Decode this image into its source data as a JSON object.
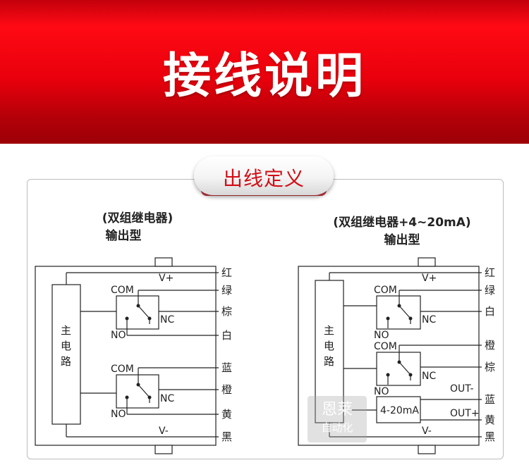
{
  "header": {
    "title": "接线说明"
  },
  "section": {
    "pill_label": "出线定义"
  },
  "diagram_left": {
    "title_line1": "(双组继电器)",
    "title_line2": "输出型",
    "main_circuit": [
      "主",
      "电",
      "路"
    ],
    "supply_pos": "V+",
    "supply_neg": "V-",
    "relay_com": "COM",
    "relay_nc": "NC",
    "relay_no": "NO",
    "wires": [
      "红",
      "绿",
      "棕",
      "白",
      "蓝",
      "橙",
      "黄",
      "黑"
    ]
  },
  "diagram_right": {
    "title_line1": "(双组继电器+4~20mA)",
    "title_line2": "输出型",
    "main_circuit": [
      "主",
      "电",
      "路"
    ],
    "supply_pos": "V+",
    "supply_neg": "V-",
    "relay_com": "COM",
    "relay_nc": "NC",
    "relay_no": "NO",
    "current_module": "4-20mA",
    "out_neg": "OUT-",
    "out_pos": "OUT+",
    "wires": [
      "红",
      "绿",
      "白",
      "橙",
      "棕",
      "蓝",
      "黄",
      "黑"
    ]
  },
  "watermark": {
    "line1": "恩莱",
    "line2": "自动化"
  }
}
